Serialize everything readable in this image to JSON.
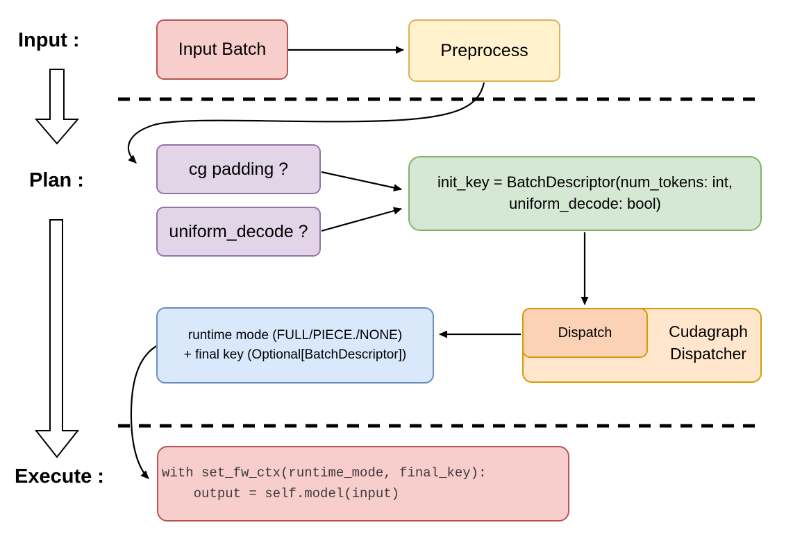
{
  "stages": {
    "input": "Input :",
    "plan": "Plan :",
    "execute": "Execute :"
  },
  "nodes": {
    "input_batch": {
      "label": "Input Batch"
    },
    "preprocess": {
      "label": "Preprocess"
    },
    "cg_padding": {
      "label": "cg padding ?"
    },
    "uniform_decode": {
      "label": "uniform_decode ?"
    },
    "init_key": {
      "line1": "init_key = BatchDescriptor(num_tokens: int,",
      "line2": "uniform_decode: bool)"
    },
    "runtime_key": {
      "line1": "runtime mode (FULL/PIECE./NONE)",
      "line2": "+ final key (Optional[BatchDescriptor])"
    },
    "dispatch": {
      "label": "Dispatch"
    },
    "cudagraph_dispatcher": {
      "label": "Cudagraph Dispatcher"
    },
    "execute_code": {
      "line1": "with set_fw_ctx(runtime_mode, final_key):",
      "line2": "    output = self.model(input)"
    }
  },
  "edges": [
    {
      "from": "input_batch",
      "to": "preprocess"
    },
    {
      "from": "preprocess",
      "to": "cg_padding"
    },
    {
      "from": "cg_padding",
      "to": "init_key"
    },
    {
      "from": "uniform_decode",
      "to": "init_key"
    },
    {
      "from": "init_key",
      "to": "dispatch"
    },
    {
      "from": "dispatch",
      "to": "runtime_key"
    },
    {
      "from": "runtime_key",
      "to": "execute_code"
    },
    {
      "from": "stage-input",
      "to": "stage-plan"
    },
    {
      "from": "stage-plan",
      "to": "stage-execute"
    }
  ],
  "colors": {
    "red_fill": "#F8CECC",
    "red_stroke": "#B85450",
    "yellow_fill": "#FFF2CC",
    "yellow_stroke": "#D6B656",
    "purple_fill": "#E1D5E7",
    "purple_stroke": "#9673A6",
    "green_fill": "#D5E8D4",
    "green_stroke": "#82B366",
    "blue_fill": "#DAE8FC",
    "blue_stroke": "#6C8EBF",
    "orange_fill": "#FFE6CC",
    "orange_inner_fill": "#FBD2B5",
    "orange_stroke": "#D79B00",
    "code_text": "#3a3a3a",
    "arrow": "#000000"
  }
}
